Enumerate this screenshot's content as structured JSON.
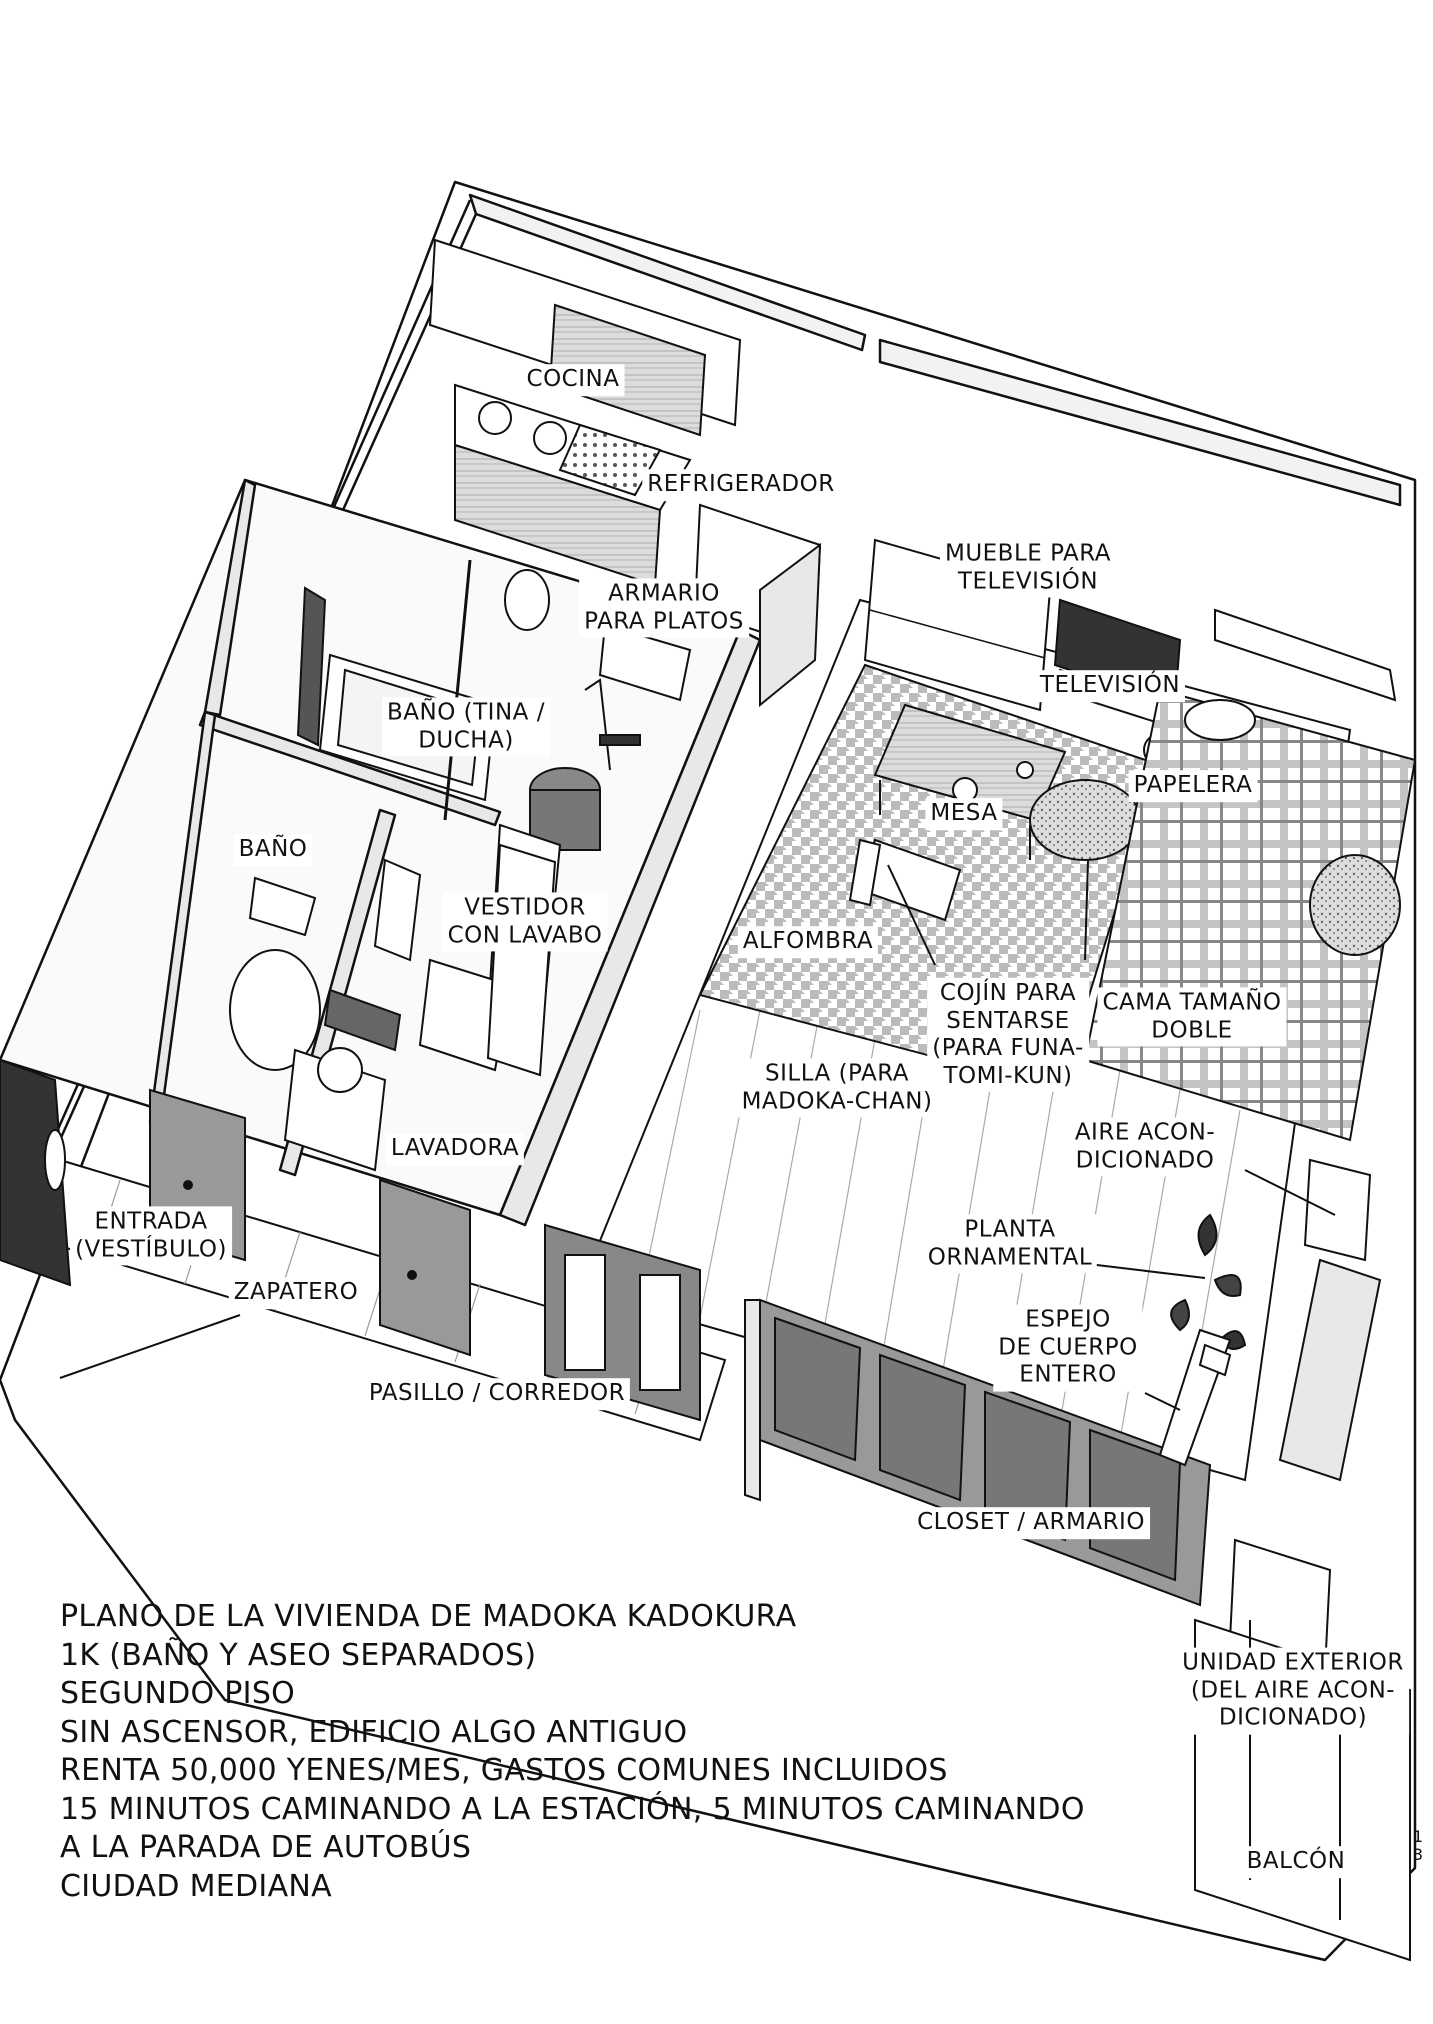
{
  "labels": {
    "kitchen": "COCINA",
    "fridge": "REFRIGERADOR",
    "tv_stand": [
      "MUEBLE PARA",
      "TELEVISIÓN"
    ],
    "dish_cabinet": [
      "ARMARIO",
      "PARA PLATOS"
    ],
    "bathroom": [
      "BAÑO (TINA /",
      "DUCHA)"
    ],
    "toilet": "BAÑO",
    "television": "TELEVISIÓN",
    "wastebasket": "PAPELERA",
    "table": "MESA",
    "dressing_room": [
      "VESTIDOR",
      "CON LAVABO"
    ],
    "rug": "ALFOMBRA",
    "floor_cushion": [
      "COJÍN PARA",
      "SENTARSE",
      "(PARA FUNA-",
      "TOMI-KUN)"
    ],
    "double_bed": [
      "CAMA TAMAÑO",
      "DOBLE"
    ],
    "chair": [
      "SILLA (PARA",
      "MADOKA-CHAN)"
    ],
    "washing_machine": "LAVADORA",
    "air_conditioner": [
      "AIRE ACON-",
      "DICIONADO"
    ],
    "entrance": [
      "ENTRADA",
      "(VESTÍBULO)"
    ],
    "plant": [
      "PLANTA",
      "ORNAMENTAL"
    ],
    "shoe_cabinet": "ZAPATERO",
    "mirror": [
      "ESPEJO",
      "DE CUERPO",
      "ENTERO"
    ],
    "hallway": "PASILLO / CORREDOR",
    "closet": "CLOSET / ARMARIO",
    "outdoor_unit": [
      "UNIDAD EXTERIOR",
      "(DEL AIRE ACON-",
      "DICIONADO)"
    ],
    "balcony": "BALCÓN"
  },
  "info": [
    "PLANO DE LA VIVIENDA DE MADOKA KADOKURA",
    "1K (BAÑO Y ASEO SEPARADOS)",
    "SEGUNDO PISO",
    "SIN ASCENSOR, EDIFICIO ALGO ANTIGUO",
    "RENTA 50,000 YENES/MES, GASTOS COMUNES INCLUIDOS",
    "15 MINUTOS CAMINANDO A LA ESTACIÓN, 5 MINUTOS CAMINANDO",
    "A LA PARADA DE AUTOBÚS",
    "CIUDAD MEDIANA"
  ],
  "page_number": "13"
}
